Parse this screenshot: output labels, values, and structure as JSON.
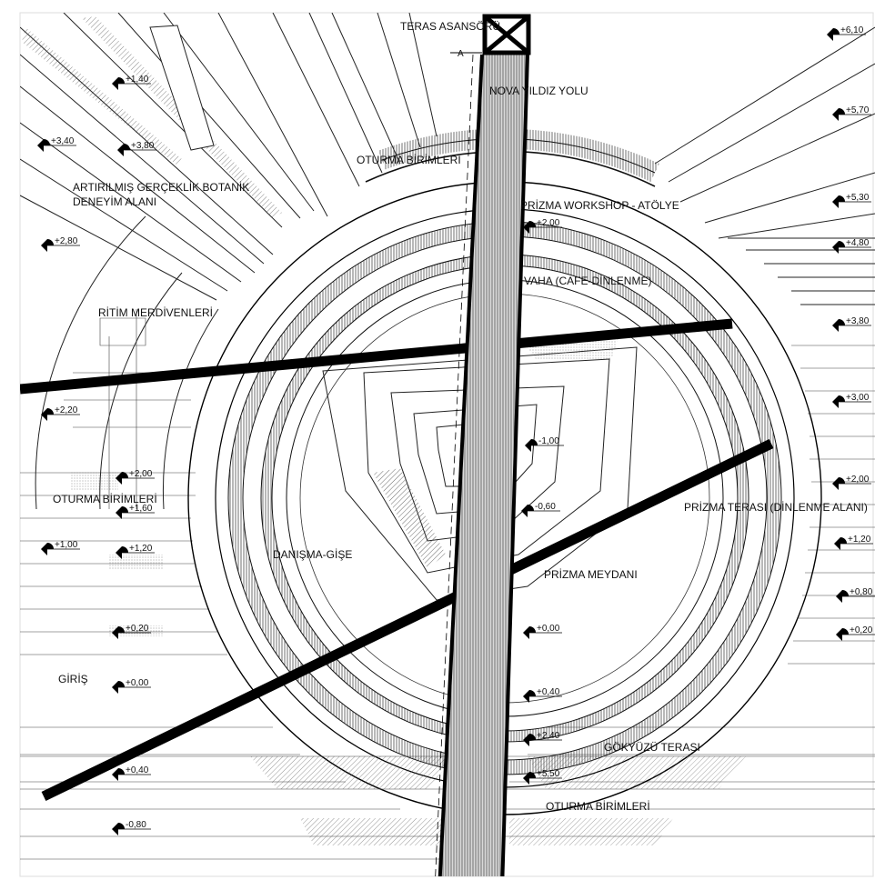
{
  "labels": {
    "teras_asansoru": "TERAS ASANSÖRÜ",
    "nova_yildiz_yolu": "NOVA YILDIZ YOLU",
    "oturma_birimleri_top": "OTURMA BİRİMLERİ",
    "artirilmis_1": "ARTIRILMIŞ GERÇEKLİK BOTANİK",
    "artirilmis_2": "DENEYİM ALANI",
    "prizma_workshop": "PRİZMA WORKSHOP - ATÖLYE",
    "vaha": "VAHA (CAFE-DİNLENME)",
    "ritim": "RİTİM MERDİVENLERİ",
    "oturma_birimleri_left": "OTURMA BİRİMLERİ",
    "prizma_terasi": "PRİZMA TERASI (DİNLENME ALANI)",
    "danisma": "DANIŞMA-GİŞE",
    "prizma_meydani": "PRİZMA MEYDANI",
    "giris": "GİRİŞ",
    "gokyuzu": "GÖKYÜZÜ TERASI",
    "oturma_birimleri_bottom": "OTURMA BİRİMLERİ"
  },
  "levels": {
    "l_1_40": "+1,40",
    "l_3_40": "+3,40",
    "l_3_80_left": "+3,80",
    "l_2_80": "+2,80",
    "l_2_20": "+2,20",
    "l_2_00_left": "+2,00",
    "l_1_60": "+1,60",
    "l_1_00": "+1,00",
    "l_1_20": "+1,20",
    "l_0_20": "+0,20",
    "l_0_00_left": "+0,00",
    "l_0_40_left": "+0,40",
    "l_m0_80": "-0,80",
    "l_6_10": "+6,10",
    "l_5_70": "+5,70",
    "l_5_30": "+5,30",
    "l_4_80": "+4,80",
    "l_3_80_right": "+3,80",
    "l_3_00": "+3,00",
    "l_2_00_right": "+2,00",
    "l_1_20_right": "+1,20",
    "l_0_80": "+0,80",
    "l_0_20_right": "+0,20",
    "l_2_00_center": "+2,00",
    "l_m1_00": "-1,00",
    "l_m0_60": "-0,60",
    "l_0_00_center": "+0,00",
    "l_0_40_center": "+0,40",
    "l_2_40": "+2,40",
    "l_5_50": "+5,50",
    "section_marker": "A"
  },
  "colors": {
    "ink": "#111111",
    "paper": "#ffffff",
    "hatch": "#555555"
  }
}
